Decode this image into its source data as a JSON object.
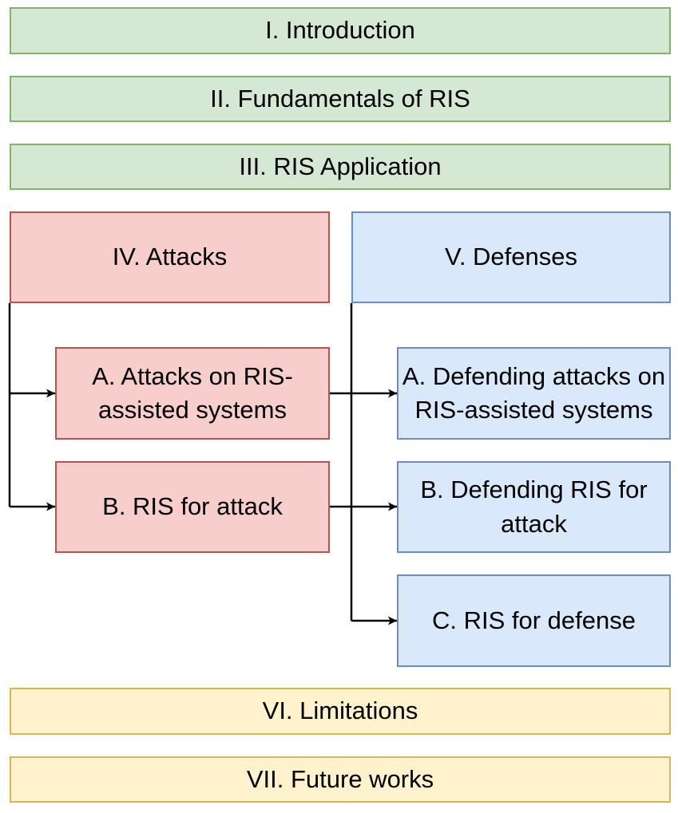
{
  "sections": {
    "introduction": "I. Introduction",
    "fundamentals": "II. Fundamentals of RIS",
    "application": "III. RIS Application",
    "attacks": {
      "title": "IV. Attacks",
      "a": "A. Attacks on RIS-assisted systems",
      "b": "B. RIS for attack"
    },
    "defenses": {
      "title": "V. Defenses",
      "a": "A. Defending attacks on RIS-assisted systems",
      "b": "B. Defending RIS for attack",
      "c": "C. RIS for defense"
    },
    "limitations": "VI. Limitations",
    "future_works": "VII. Future works"
  },
  "colors": {
    "green_fill": "#d5e8d4",
    "green_stroke": "#82b366",
    "red_fill": "#f8cecc",
    "red_stroke": "#b85450",
    "blue_fill": "#dae8fc",
    "blue_stroke": "#6c8ebf",
    "yellow_fill": "#fff2cc",
    "yellow_stroke": "#d6b656",
    "connector": "#000000"
  }
}
